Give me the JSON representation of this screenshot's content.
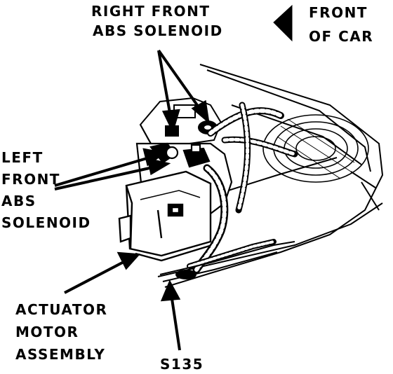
{
  "diagram": {
    "labels": {
      "right_front_abs_solenoid": [
        "RIGHT FRONT",
        "ABS SOLENOID"
      ],
      "front_of_car": [
        "FRONT",
        "OF CAR"
      ],
      "left_front_abs_solenoid": [
        "LEFT",
        "FRONT",
        "ABS",
        "SOLENOID"
      ],
      "actuator_motor_assembly": [
        "ACTUATOR",
        "MOTOR",
        "ASSEMBLY"
      ],
      "splice": "S135"
    },
    "colors": {
      "ink": "#000000",
      "paper": "#ffffff"
    }
  }
}
